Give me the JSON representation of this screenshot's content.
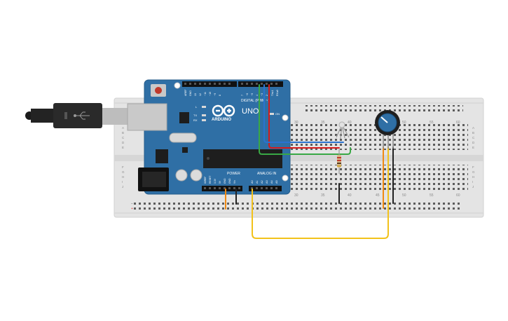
{
  "arduino": {
    "brand": "ARDUINO",
    "model": "UNO",
    "digital_header": "DIGITAL (PWM ~)",
    "power_header": "POWER",
    "analog_header": "ANALOG IN",
    "on_label": "ON",
    "tx_label": "TX",
    "rx_label": "RX",
    "l_label": "L",
    "top_pins": [
      "AREF",
      "GND",
      "13",
      "12",
      "~11",
      "~10",
      "~9",
      "8",
      "7",
      "~6",
      "~5",
      "4",
      "~3",
      "2",
      "TX▸1",
      "RX◂0"
    ],
    "power_pins": [
      "IOREF",
      "RESET",
      "3.3V",
      "5V",
      "GND",
      "GND",
      "Vin"
    ],
    "analog_pins": [
      "A0",
      "A1",
      "A2",
      "A3",
      "A4",
      "A5"
    ]
  },
  "breadboard": {
    "column_numbers": [
      "30",
      "35",
      "40",
      "45",
      "50",
      "55",
      "60"
    ],
    "row_letters_top": [
      "A",
      "B",
      "C",
      "D",
      "E"
    ],
    "row_letters_bottom": [
      "F",
      "G",
      "H",
      "I",
      "J"
    ]
  },
  "colors": {
    "board": "#2f6fa5",
    "breadboard": "#e6e6e6",
    "wire_red": "#d61a1a",
    "wire_blue": "#2a73d0",
    "wire_green": "#39a845",
    "wire_yellow": "#f2c21b",
    "wire_orange": "#f08a12",
    "wire_black": "#222222"
  },
  "components": [
    "usb-cable",
    "arduino-uno",
    "breadboard",
    "rgb-led",
    "resistor",
    "potentiometer"
  ]
}
